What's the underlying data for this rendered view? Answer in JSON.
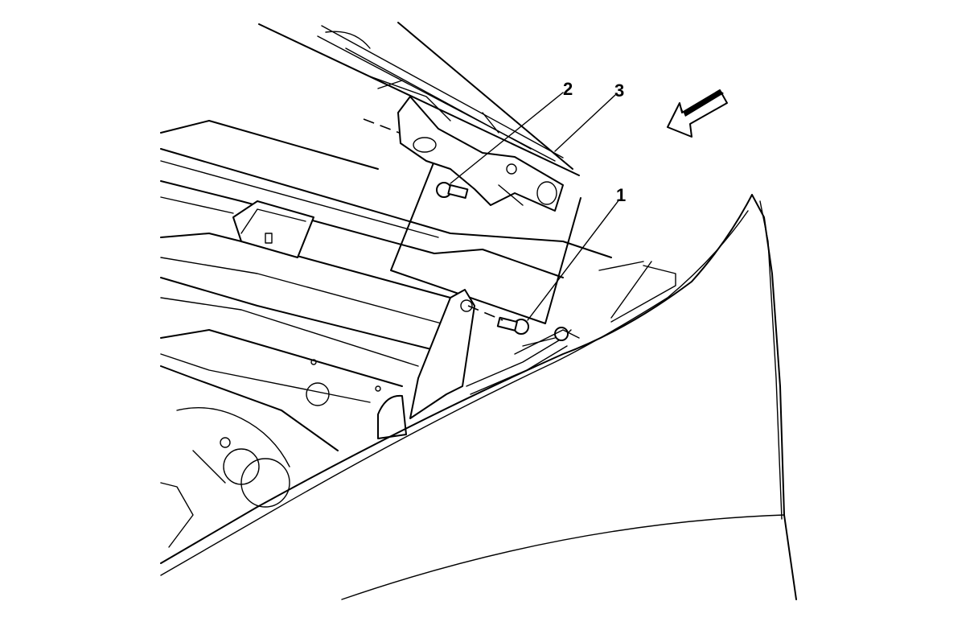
{
  "colors": {
    "line": "#000000",
    "background": "#ffffff"
  },
  "callouts": [
    {
      "id": "1",
      "label": "1"
    },
    {
      "id": "2",
      "label": "2"
    },
    {
      "id": "3",
      "label": "3"
    }
  ],
  "icons": {
    "direction_arrow": "arrow-left-down-icon"
  }
}
